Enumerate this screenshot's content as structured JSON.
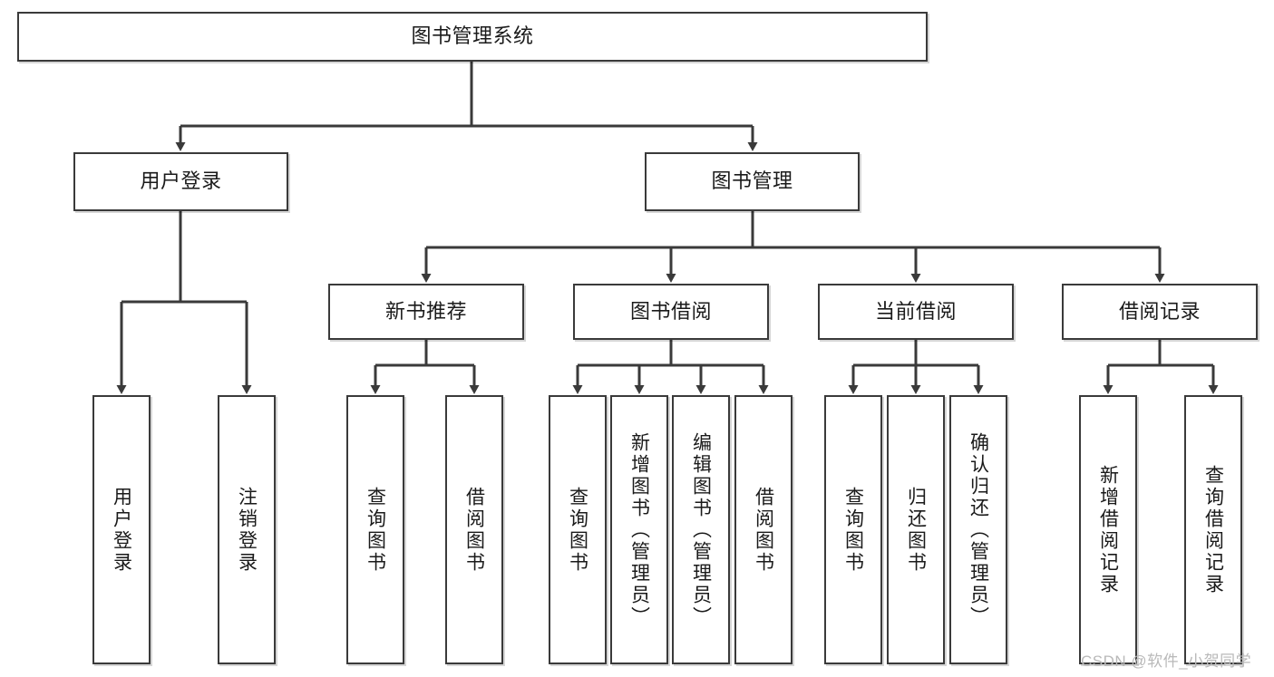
{
  "diagram": {
    "type": "hierarchy-tree",
    "title": "图书管理系统",
    "watermark": "CSDN @软件_小贺同学",
    "colors": {
      "box_border": "#3a3a3a",
      "box_fill": "#ffffff",
      "connector": "#3a3a3a",
      "text": "#1a1a1a",
      "watermark": "#b9b9b9",
      "background": "#ffffff"
    },
    "root": {
      "label": "图书管理系统"
    },
    "level2": [
      {
        "label": "用户登录"
      },
      {
        "label": "图书管理"
      }
    ],
    "level3": [
      {
        "label": "新书推荐"
      },
      {
        "label": "图书借阅"
      },
      {
        "label": "当前借阅"
      },
      {
        "label": "借阅记录"
      }
    ],
    "leaves": {
      "user_login": [
        {
          "label": "用户登录"
        },
        {
          "label": "注销登录"
        }
      ],
      "new_book_recommend": [
        {
          "label": "查询图书"
        },
        {
          "label": "借阅图书"
        }
      ],
      "book_borrow": [
        {
          "label": "查询图书"
        },
        {
          "label": "新增图书（管理员）"
        },
        {
          "label": "编辑图书（管理员）"
        },
        {
          "label": "借阅图书"
        }
      ],
      "current_borrow": [
        {
          "label": "查询图书"
        },
        {
          "label": "归还图书"
        },
        {
          "label": "确认归还（管理员）"
        }
      ],
      "borrow_record": [
        {
          "label": "新增借阅记录"
        },
        {
          "label": "查询借阅记录"
        }
      ]
    }
  }
}
